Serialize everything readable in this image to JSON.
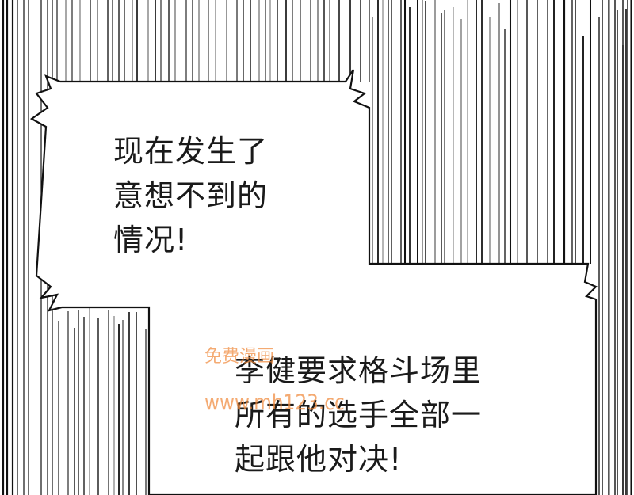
{
  "panel": {
    "bubble_1": {
      "lines": [
        "现在发生了",
        "意想不到的",
        "情况!"
      ]
    },
    "bubble_2": {
      "lines": [
        "李健要求格斗场里",
        "所有的选手全部一",
        "起跟他对决!"
      ]
    },
    "watermark": {
      "name": "免费漫画",
      "url": "www.mh123.cc"
    }
  },
  "colors": {
    "background": "#ffffff",
    "ink": "#1a1a1a",
    "speed_lines": "#111111",
    "watermark": "#f08a3c"
  }
}
